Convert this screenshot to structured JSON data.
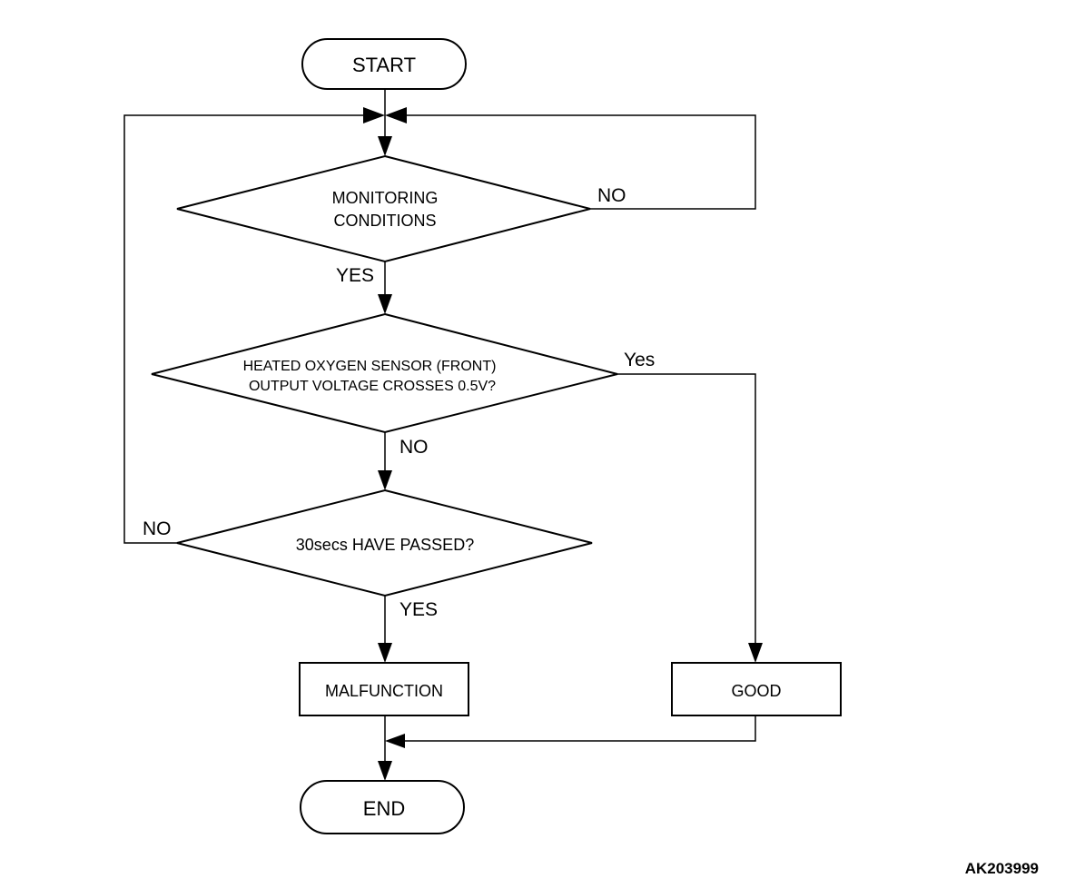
{
  "diagram": {
    "nodes": {
      "start": "START",
      "monitoring_line1": "MONITORING",
      "monitoring_line2": "CONDITIONS",
      "sensor_line1": "HEATED OXYGEN SENSOR (FRONT)",
      "sensor_line2": "OUTPUT VOLTAGE CROSSES 0.5V?",
      "timer": "30secs HAVE PASSED?",
      "malfunction": "MALFUNCTION",
      "good": "GOOD",
      "end": "END"
    },
    "edge_labels": {
      "monitoring_no": "NO",
      "monitoring_yes": "YES",
      "sensor_yes": "Yes",
      "sensor_no": "NO",
      "timer_no": "NO",
      "timer_yes": "YES"
    },
    "figure_code": "AK203999"
  }
}
